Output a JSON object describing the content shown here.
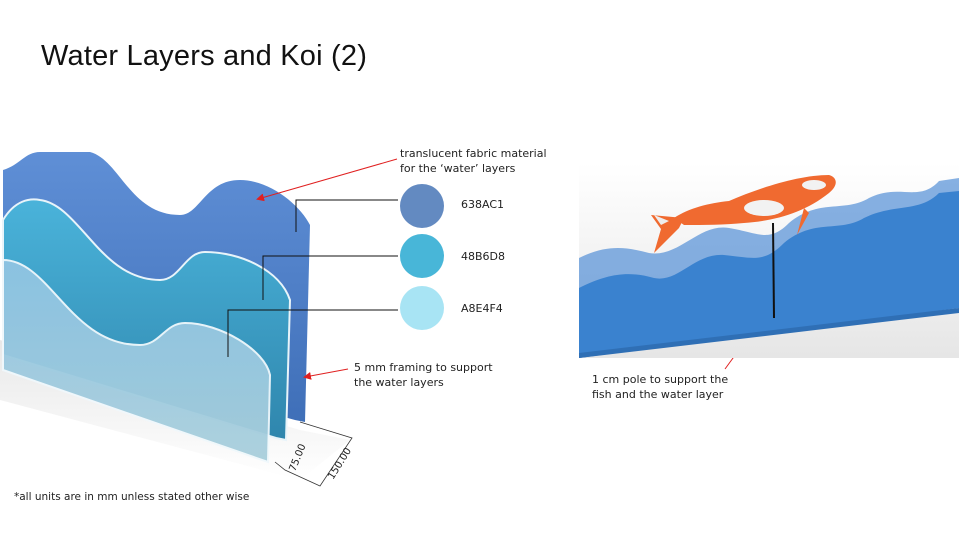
{
  "title": "Water Layers and Koi (2)",
  "left_figure": {
    "fabric_label": [
      "translucent fabric material",
      "for the ‘water’ layers"
    ],
    "framing_label": [
      "5 mm framing to support",
      "the water layers"
    ],
    "dimensions": [
      "75.00",
      "150.00"
    ],
    "footnote": "*all units are in mm unless stated other wise",
    "swatches": [
      {
        "code": "638AC1",
        "color": "#638AC1"
      },
      {
        "code": "48B6D8",
        "color": "#48B6D8"
      },
      {
        "code": "A8E4F4",
        "color": "#A8E4F4"
      }
    ]
  },
  "right_figure": {
    "pole_label": [
      "1 cm pole to support the",
      "fish and the water layer"
    ]
  },
  "colors": {
    "annotation_arrow": "#e02020"
  }
}
